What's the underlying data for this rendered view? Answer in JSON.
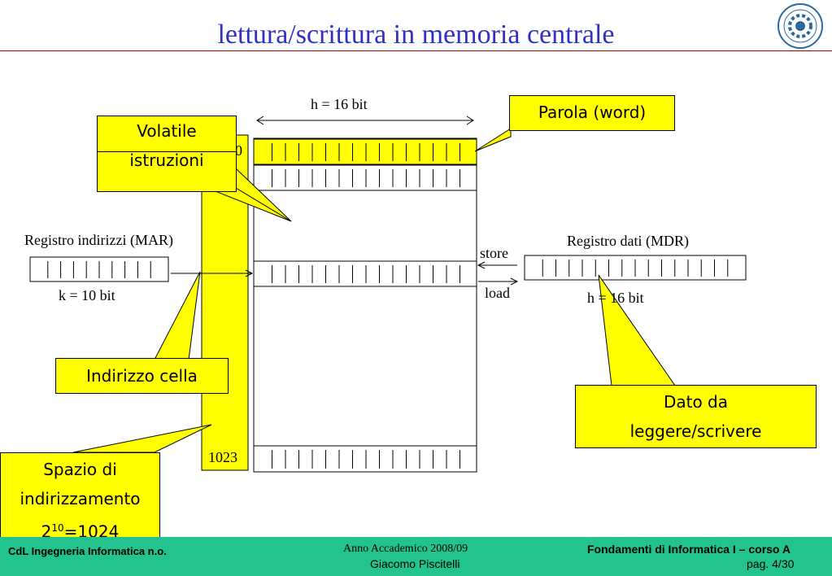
{
  "slide": {
    "title": "lettura/scrittura in memoria centrale"
  },
  "labels": {
    "word_width": "h = 16 bit",
    "first_address": "0",
    "last_address": "1023",
    "mar_label": "Registro indirizzi (MAR)",
    "mar_width": "k = 10 bit",
    "mdr_label": "Registro dati (MDR)",
    "mdr_width": "h = 16 bit",
    "store": "store",
    "load": "load"
  },
  "callouts": {
    "word": "Parola (word)",
    "volatile_line1": "Volatile",
    "volatile_line2": "istruzioni",
    "cell_address": "Indirizzo cella",
    "data_line1": "Dato da",
    "data_line2": "leggere/scrivere",
    "space_line1": "Spazio di",
    "space_line2": "indirizzamento",
    "space_base": "2",
    "space_exp": "10",
    "space_value": "=1024"
  },
  "footer": {
    "course": "CdL Ingegneria Informatica n.o.",
    "year": "Anno Accademico 2008/09",
    "author": "Giacomo Piscitelli",
    "subject": "Fondamenti di Informatica I – corso A",
    "page": "pag. 4/30"
  },
  "colors": {
    "title": "#3030c8",
    "callout": "#ffff00",
    "footer": "#22c38e",
    "rule": "#c00000"
  }
}
